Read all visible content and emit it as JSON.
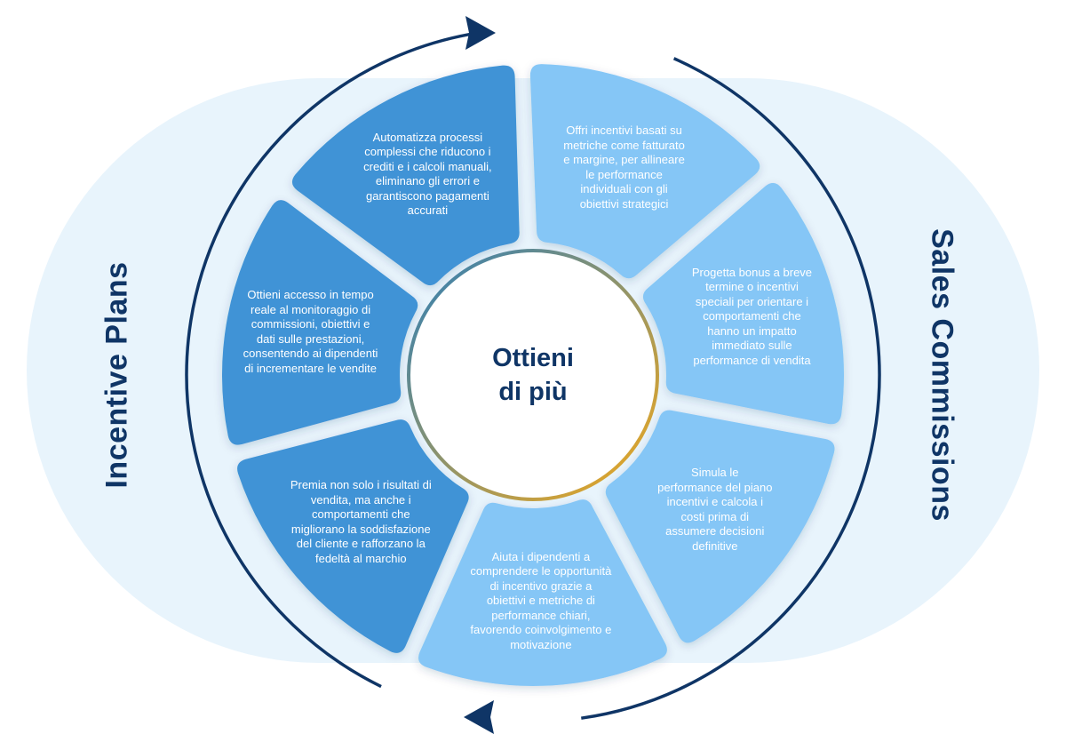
{
  "diagram": {
    "center": {
      "line1": "Ottieni",
      "line2": "di più"
    },
    "left_label": "Incentive Plans",
    "right_label": "Sales Commissions",
    "colors": {
      "background_band": "#e8f4fc",
      "dark_segment": "#3f93d6",
      "light_segment": "#85c6f6",
      "navy": "#0f3566",
      "ring_gradient_start": "#2f7fb8",
      "ring_gradient_end": "#f2a91c"
    },
    "segments": [
      {
        "group": "Sales Commissions",
        "text": "Offri incentivi basati su metriche come fatturato e margine, per allineare le performance individuali con gli obiettivi strategici"
      },
      {
        "group": "Sales Commissions",
        "text": "Progetta bonus a breve termine o incentivi speciali per orientare i comportamenti che hanno un impatto immediato sulle performance di vendita"
      },
      {
        "group": "Sales Commissions",
        "text": "Simula le performance del piano incentivi e calcola i costi prima di assumere decisioni definitive"
      },
      {
        "group": "Sales Commissions",
        "text": "Aiuta i dipendenti a comprendere le opportunità di incentivo grazie a obiettivi e metriche di performance chiari, favorendo coinvolgimento e motivazione"
      },
      {
        "group": "Incentive Plans",
        "text": "Premia non solo i risultati di vendita, ma anche i comportamenti che migliorano la soddisfazione del cliente e rafforzano la fedeltà al marchio"
      },
      {
        "group": "Incentive Plans",
        "text": "Ottieni accesso in tempo reale al monitoraggio di commissioni, obiettivi e dati sulle prestazioni, consentendo ai dipendenti di incrementare le vendite"
      },
      {
        "group": "Incentive Plans",
        "text": "Automatizza processi complessi che riducono i crediti e i calcoli manuali, eliminano gli errori e garantiscono pagamenti accurati"
      }
    ]
  }
}
